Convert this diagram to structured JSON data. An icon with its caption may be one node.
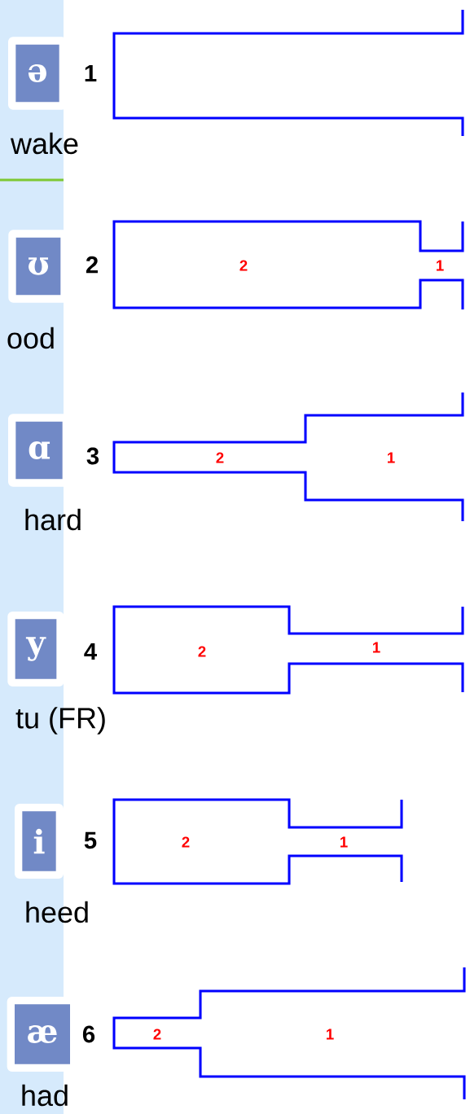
{
  "diagram": {
    "nodes": [
      {
        "text": [
          "ə"
        ],
        "beside": [
          "1",
          "wake"
        ]
      },
      {
        "text": [
          "ʊ"
        ],
        "beside": [
          "2",
          "ood"
        ]
      },
      {
        "text": [
          "ɑ"
        ],
        "beside": [
          "3",
          "hard"
        ]
      },
      {
        "text": [
          "y"
        ],
        "beside": [
          "4",
          "tu (FR)"
        ]
      },
      {
        "text": [
          "i"
        ],
        "beside": [
          "5",
          "heed"
        ]
      },
      {
        "text": [
          "æ"
        ],
        "beside": [
          "6",
          "had"
        ]
      }
    ],
    "labels": [
      "2",
      "1",
      "2",
      "1",
      "2",
      "1",
      "2",
      "1",
      "2",
      "1"
    ]
  }
}
